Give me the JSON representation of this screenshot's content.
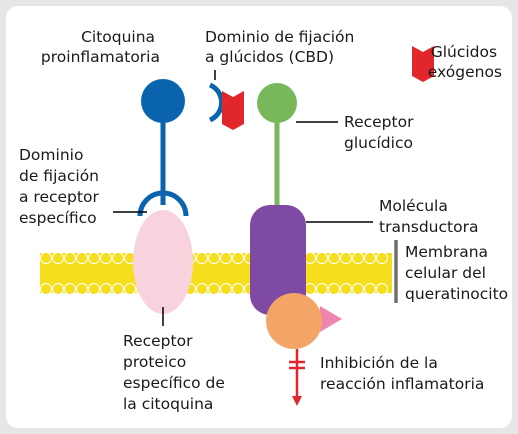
{
  "colors": {
    "background": "#e6e6e6",
    "panel": "#ffffff",
    "cytokine_blue": "#0a63ad",
    "receptor_green": "#79b85a",
    "transducer_purple": "#7f4aa3",
    "inhibitor_orange": "#f2a566",
    "glycan_red": "#e1262c",
    "membrane_yellow": "#f5de1c",
    "receptor_pink": "#f8d3dd",
    "membrane_bracket": "#6e6e6e"
  },
  "labels": {
    "cytokine": [
      "Citoquina",
      "proinflamatoria"
    ],
    "cbd": [
      "Dominio de fijación",
      "a glúcidos (CBD)"
    ],
    "glycans": [
      "Glúcidos",
      "exógenos"
    ],
    "glycan_receptor": [
      "Receptor",
      "glucídico"
    ],
    "receptor_binding_domain": [
      "Dominio",
      "de fijación",
      "a receptor",
      "específico"
    ],
    "transducer": [
      "Molécula",
      "transductora"
    ],
    "membrane": [
      "Membrana",
      "celular del",
      "queratinocito"
    ],
    "cytokine_receptor": [
      "Receptor",
      "proteico",
      "específico de",
      "la citoquina"
    ],
    "inhibition": [
      "Inhibición de la",
      "reacción inflamatoria"
    ]
  }
}
